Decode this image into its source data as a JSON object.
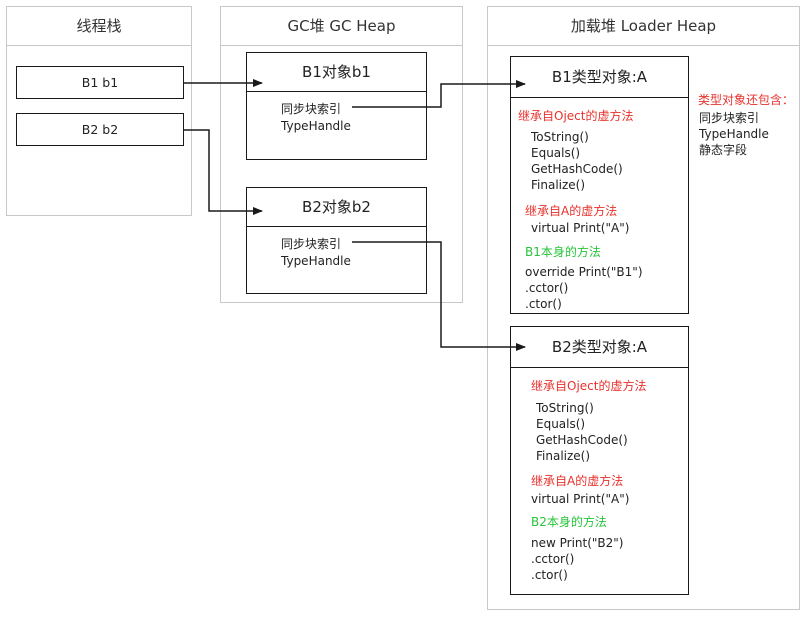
{
  "regions": {
    "thread_stack": "线程栈",
    "gc_heap": "GC堆 GC Heap",
    "loader_heap": "加载堆 Loader Heap"
  },
  "stack_vars": [
    "B1 b1",
    "B2 b2"
  ],
  "gc_objects": [
    {
      "title": "B1对象b1",
      "fields": [
        "同步块索引",
        "TypeHandle"
      ]
    },
    {
      "title": "B2对象b2",
      "fields": [
        "同步块索引",
        "TypeHandle"
      ]
    }
  ],
  "type_objects": [
    {
      "title": "B1类型对象:A",
      "sec_object": "继承自Oject的虚方法",
      "object_methods": [
        "ToString()",
        "Equals()",
        "GetHashCode()",
        "Finalize()"
      ],
      "sec_a": "继承自A的虚方法",
      "a_methods": [
        "virtual Print(\"A\")"
      ],
      "sec_self": "B1本身的方法",
      "self_methods": [
        "override Print(\"B1\")",
        ".cctor()",
        ".ctor()"
      ]
    },
    {
      "title": "B2类型对象:A",
      "sec_object": "继承自Oject的虚方法",
      "object_methods": [
        "ToString()",
        "Equals()",
        "GetHashCode()",
        "Finalize()"
      ],
      "sec_a": "继承自A的虚方法",
      "a_methods": [
        "virtual Print(\"A\")"
      ],
      "sec_self": "B2本身的方法",
      "self_methods": [
        "new Print(\"B2\")",
        ".cctor()",
        ".ctor()"
      ]
    }
  ],
  "note": {
    "title": "类型对象还包含：",
    "items": [
      "同步块索引",
      "TypeHandle",
      "静态字段"
    ]
  },
  "colors": {
    "red": "#e8322d",
    "green": "#27c43a",
    "line": "#1a1a1a"
  }
}
